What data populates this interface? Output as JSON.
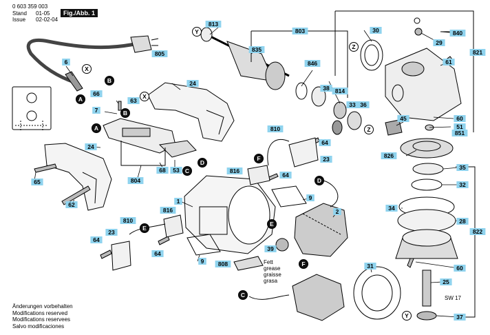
{
  "header": {
    "part_number": "0 603 359 003",
    "stand_label": "Stand",
    "stand_value": "01-05",
    "issue_label": "Issue",
    "issue_value": "02-02-04",
    "figure_label": "Fig./Abb. 1"
  },
  "notes": [
    "Änderungen vorbehalten",
    "Modifications reserved",
    "Modifications reservees",
    "Salvo modificaciones"
  ],
  "colors": {
    "tag_fill": "#8fd3ee",
    "outline": "#000000"
  },
  "tags": [
    {
      "id": "813",
      "text": "813"
    },
    {
      "id": "803",
      "text": "803"
    },
    {
      "id": "30",
      "text": "30"
    },
    {
      "id": "840",
      "text": "840"
    },
    {
      "id": "29",
      "text": "29"
    },
    {
      "id": "821",
      "text": "821"
    },
    {
      "id": "805",
      "text": "805"
    },
    {
      "id": "835",
      "text": "835"
    },
    {
      "id": "846",
      "text": "846"
    },
    {
      "id": "61",
      "text": "61"
    },
    {
      "id": "6",
      "text": "6"
    },
    {
      "id": "38",
      "text": "38"
    },
    {
      "id": "814",
      "text": "814"
    },
    {
      "id": "24a",
      "text": "24"
    },
    {
      "id": "66",
      "text": "66"
    },
    {
      "id": "63",
      "text": "63"
    },
    {
      "id": "33",
      "text": "33"
    },
    {
      "id": "36",
      "text": "36"
    },
    {
      "id": "7",
      "text": "7"
    },
    {
      "id": "60a",
      "text": "60"
    },
    {
      "id": "45",
      "text": "45"
    },
    {
      "id": "51",
      "text": "51"
    },
    {
      "id": "851",
      "text": "851"
    },
    {
      "id": "810a",
      "text": "810"
    },
    {
      "id": "64a",
      "text": "64"
    },
    {
      "id": "24b",
      "text": "24"
    },
    {
      "id": "826",
      "text": "826"
    },
    {
      "id": "23a",
      "text": "23"
    },
    {
      "id": "68",
      "text": "68"
    },
    {
      "id": "53",
      "text": "53"
    },
    {
      "id": "816a",
      "text": "816"
    },
    {
      "id": "64b",
      "text": "64"
    },
    {
      "id": "35",
      "text": "35"
    },
    {
      "id": "65",
      "text": "65"
    },
    {
      "id": "804",
      "text": "804"
    },
    {
      "id": "32",
      "text": "32"
    },
    {
      "id": "9a",
      "text": "9"
    },
    {
      "id": "1",
      "text": "1"
    },
    {
      "id": "2",
      "text": "2"
    },
    {
      "id": "62",
      "text": "62"
    },
    {
      "id": "816b",
      "text": "816"
    },
    {
      "id": "34",
      "text": "34"
    },
    {
      "id": "810b",
      "text": "810"
    },
    {
      "id": "28",
      "text": "28"
    },
    {
      "id": "822",
      "text": "822"
    },
    {
      "id": "23b",
      "text": "23"
    },
    {
      "id": "64c",
      "text": "64"
    },
    {
      "id": "39",
      "text": "39"
    },
    {
      "id": "9b",
      "text": "9"
    },
    {
      "id": "808",
      "text": "808"
    },
    {
      "id": "64d",
      "text": "64"
    },
    {
      "id": "31",
      "text": "31"
    },
    {
      "id": "60b",
      "text": "60"
    },
    {
      "id": "25",
      "text": "25"
    },
    {
      "id": "37",
      "text": "37"
    }
  ],
  "markers": [
    {
      "id": "A1",
      "text": "A"
    },
    {
      "id": "B1",
      "text": "B"
    },
    {
      "id": "X1",
      "text": "X"
    },
    {
      "id": "B2",
      "text": "B"
    },
    {
      "id": "X2",
      "text": "X"
    },
    {
      "id": "A2",
      "text": "A"
    },
    {
      "id": "C1",
      "text": "C"
    },
    {
      "id": "D1",
      "text": "D"
    },
    {
      "id": "F1",
      "text": "F"
    },
    {
      "id": "D2",
      "text": "D"
    },
    {
      "id": "E1",
      "text": "E"
    },
    {
      "id": "E2",
      "text": "E"
    },
    {
      "id": "F2",
      "text": "F"
    },
    {
      "id": "C2",
      "text": "C"
    },
    {
      "id": "Y1",
      "text": "Y"
    },
    {
      "id": "Z1",
      "text": "Z"
    },
    {
      "id": "Z2",
      "text": "Z"
    },
    {
      "id": "Y2",
      "text": "Y"
    }
  ],
  "grease_note": [
    "Fett",
    "grease",
    "graisse",
    "grasa"
  ],
  "sw_label": "SW 17"
}
